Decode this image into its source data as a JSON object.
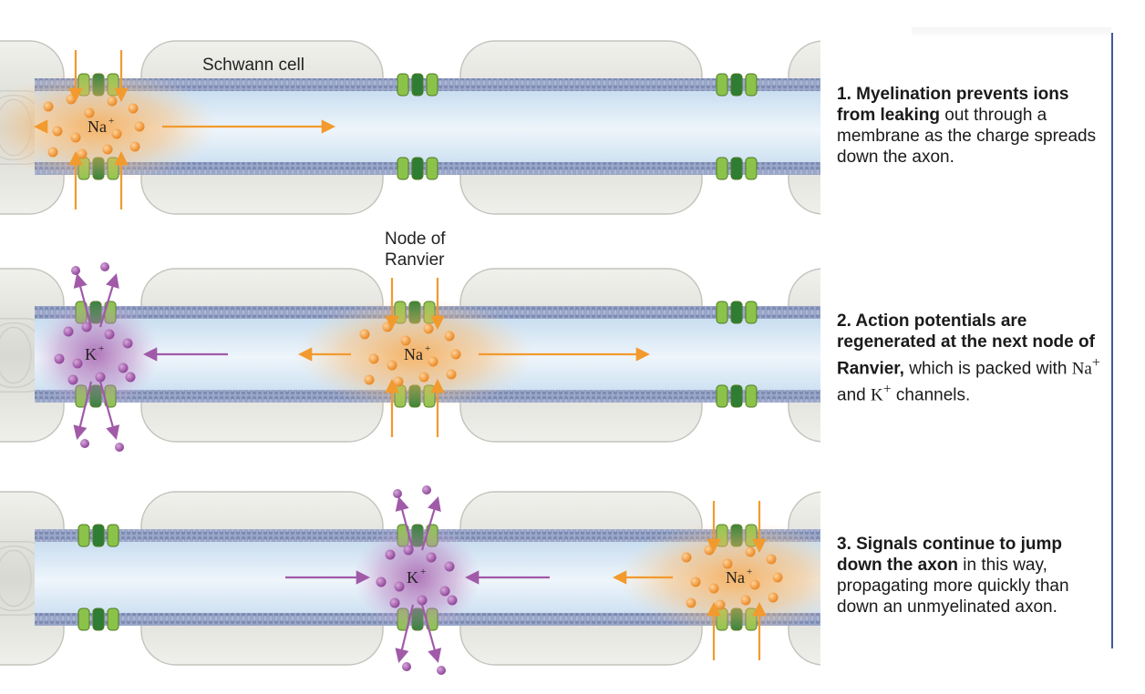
{
  "labels": {
    "schwann_cell": "Schwann cell",
    "node_of_ranvier_line1": "Node of",
    "node_of_ranvier_line2": "Ranvier",
    "na_ion": "Na",
    "k_ion": "K",
    "plus": "+"
  },
  "steps": [
    {
      "bold": "1. Myelination prevents ions from leaking",
      "text": " out through a membrane as the charge spreads down the axon."
    },
    {
      "bold": "2. Action potentials are regenerated at the next node of Ranvier,",
      "text_a": " which is packed with ",
      "ion1": "Na",
      "ion1_sup": "+",
      "text_b": " and ",
      "ion2": "K",
      "ion2_sup": "+",
      "text_c": " channels."
    },
    {
      "bold": "3. Signals continue to jump down the axon",
      "text": " in this way, propagating more quickly than down an unmyelinated axon."
    }
  ],
  "colors": {
    "sodium": "#f29a2e",
    "potassium": "#a05aa8",
    "axon": "#dcebf7",
    "membrane": "#8d9cc2",
    "channel": "#7cb342",
    "schwann": "#e6e6e1"
  }
}
